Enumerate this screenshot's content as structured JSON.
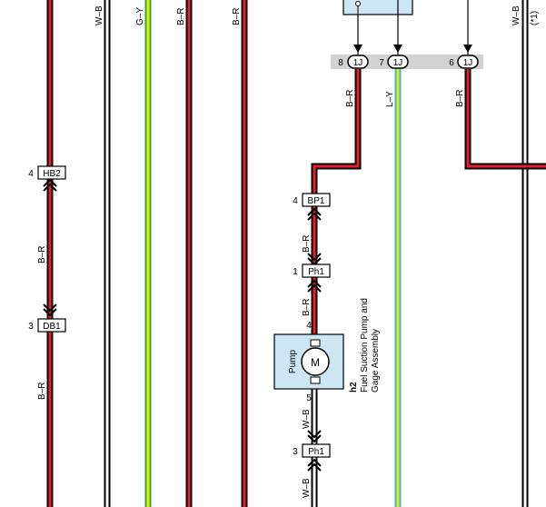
{
  "colors": {
    "red": "#e8202a",
    "black": "#000000",
    "white": "#ffffff",
    "green": "#2eaa3c",
    "yellow": "#f3e600",
    "blue": "#38b6e8",
    "component_fill": "#cce6f4",
    "connector_bar": "#d2d2d2"
  },
  "wire_labels": {
    "top_wb_left": "W–B",
    "top_gy": "G–Y",
    "top_br_1": "B–R",
    "top_br_2": "B–R",
    "top_wb_right": "W–B",
    "note_right": "(*1)",
    "left_br_upper": "B–R",
    "left_br_lower": "B–R",
    "br_under_8": "B–R",
    "ly_under_7": "L–Y",
    "br_under_6": "B–R",
    "br_above_ph1": "B–R",
    "br_below_ph1": "B–R",
    "wb_below_pump": "W–B",
    "wb_bottom": "W–B"
  },
  "connectors": {
    "hb2": {
      "pin": "4",
      "label": "HB2"
    },
    "db1": {
      "pin": "3",
      "label": "DB1"
    },
    "bp1": {
      "pin": "4",
      "label": "BP1"
    },
    "ph1_top": {
      "pin": "1",
      "label": "Ph1"
    },
    "ph1_bottom": {
      "pin": "3",
      "label": "Ph1"
    },
    "j1_8": {
      "pin": "8",
      "label": "1J"
    },
    "j1_7": {
      "pin": "7",
      "label": "1J"
    },
    "j1_6": {
      "pin": "6",
      "label": "1J"
    }
  },
  "component": {
    "id": "h2",
    "name_line1": "Fuel Suction Pump and",
    "name_line2": "Gage Assembly",
    "inner_label": "Pump",
    "motor_symbol": "M",
    "pin_in": "4",
    "pin_out": "5"
  }
}
